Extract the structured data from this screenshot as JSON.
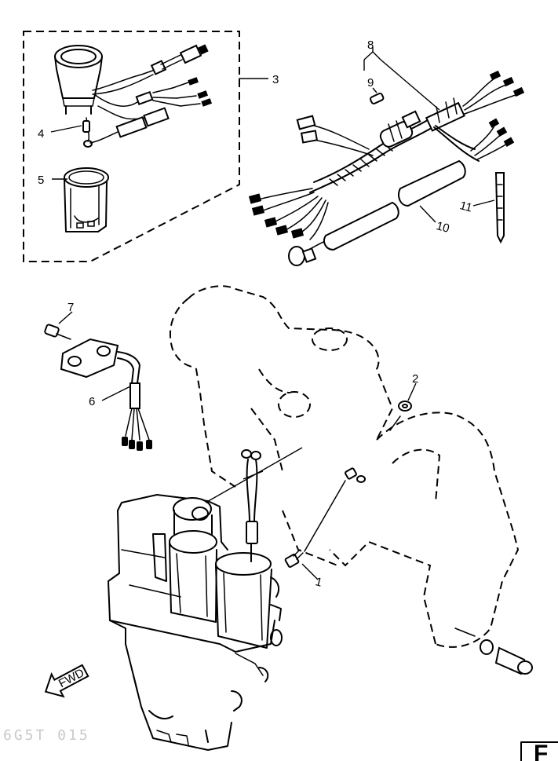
{
  "callouts": [
    {
      "id": "1",
      "label": "1"
    },
    {
      "id": "2",
      "label": "2"
    },
    {
      "id": "3",
      "label": "3"
    },
    {
      "id": "4",
      "label": "4"
    },
    {
      "id": "5",
      "label": "5"
    },
    {
      "id": "6",
      "label": "6"
    },
    {
      "id": "7",
      "label": "7"
    },
    {
      "id": "8",
      "label": "8"
    },
    {
      "id": "9",
      "label": "9"
    },
    {
      "id": "10",
      "label": "10"
    },
    {
      "id": "11",
      "label": "11"
    }
  ],
  "arrow_label": "FWD",
  "drawing_code": "6G5T 015",
  "corner_tab": "F"
}
